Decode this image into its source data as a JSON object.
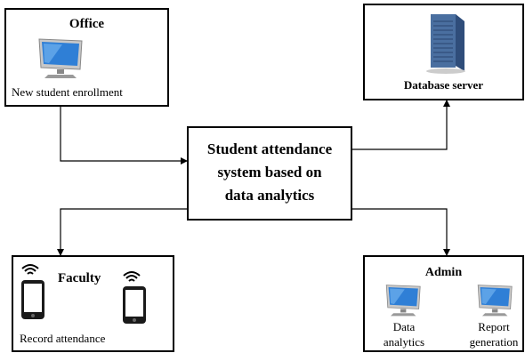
{
  "office": {
    "title": "Office",
    "caption": "New student enrollment",
    "icon": "monitor-icon"
  },
  "database": {
    "title": "Database server",
    "icon": "server-icon"
  },
  "center": {
    "line1": "Student attendance",
    "line2": "system based on",
    "line3": "data analytics"
  },
  "faculty": {
    "title": "Faculty",
    "caption": "Record attendance",
    "icon": "tablet-icon"
  },
  "admin": {
    "title": "Admin",
    "item1": {
      "line1": "Data",
      "line2": "analytics",
      "icon": "monitor-icon"
    },
    "item2": {
      "line1": "Report",
      "line2": "generation",
      "icon": "monitor-icon"
    }
  },
  "colors": {
    "monitor_screen": "#2f7fd6",
    "server_body": "#4a6fa0",
    "line": "#000000"
  }
}
